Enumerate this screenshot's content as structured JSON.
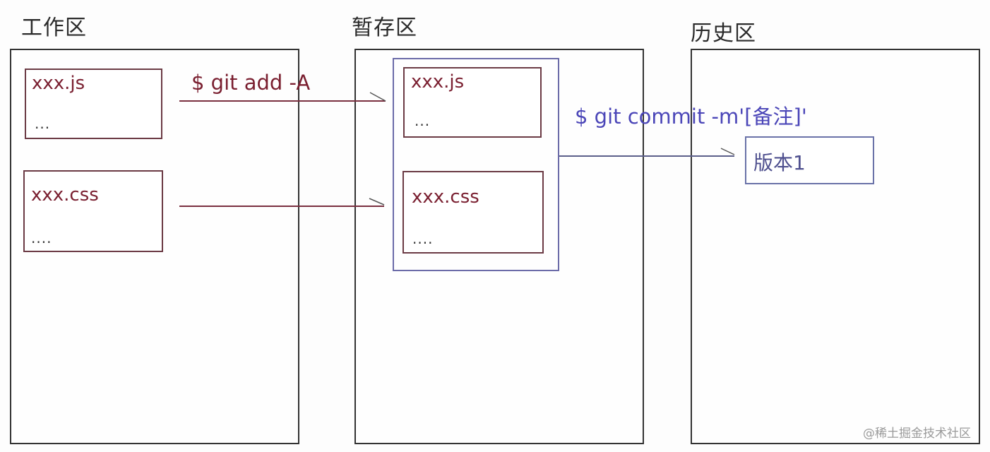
{
  "zones": {
    "working": {
      "title": "工作区"
    },
    "staging": {
      "title": "暂存区"
    },
    "history": {
      "title": "历史区"
    }
  },
  "working_files": [
    {
      "name": "xxx.js",
      "body": "..."
    },
    {
      "name": "xxx.css",
      "body": "...."
    }
  ],
  "staged_files": [
    {
      "name": "xxx.js",
      "body": "..."
    },
    {
      "name": "xxx.css",
      "body": "...."
    }
  ],
  "commands": {
    "add": "$ git add -A",
    "commit": "$ git commit -m'[备注]'"
  },
  "history_versions": [
    {
      "label": "版本1"
    }
  ],
  "colors": {
    "file_text": "#7a1f30",
    "commit_text": "#4b46b8",
    "add_arrow": "#7a3040",
    "commit_arrow": "#5c5f8a"
  },
  "watermark": "@稀土掘金技术社区"
}
